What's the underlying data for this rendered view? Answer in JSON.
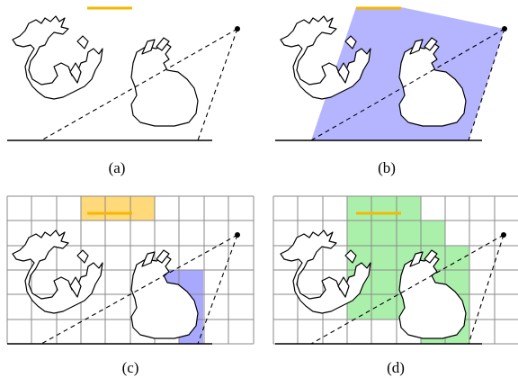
{
  "panels": [
    {
      "id": "a",
      "caption": "(a)"
    },
    {
      "id": "b",
      "caption": "(b)"
    },
    {
      "id": "c",
      "caption": "(c)"
    },
    {
      "id": "d",
      "caption": "(d)"
    }
  ],
  "colors": {
    "light": "#f5b800",
    "frustum": "#a8a8ff",
    "light_cells": "#ffd97a",
    "frustum_cells": "#a8a8ff",
    "green_cells": "#aaf0aa",
    "grid": "#8a8a8a"
  },
  "icons": [
    "dragon-icon",
    "bunny-icon",
    "point-light-icon"
  ]
}
